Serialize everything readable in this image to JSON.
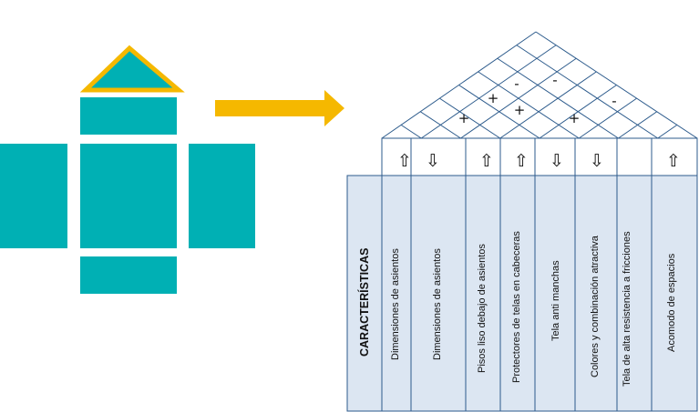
{
  "colors": {
    "teal": "#00b0b4",
    "orange": "#f5b800",
    "panel": "#dce6f2",
    "line": "#2d5b8c"
  },
  "house_blocks": [
    "roof",
    "top-bar",
    "left-block",
    "center-block",
    "right-block",
    "bottom-bar"
  ],
  "roof_symbols": [
    "+",
    "+",
    "+",
    "+",
    "-",
    "-",
    "-"
  ],
  "header_label": "CARACTERÍSTICAS",
  "columns": [
    {
      "label": "Dimensiones de asientos",
      "direction": "up"
    },
    {
      "label": "Dimensiones de asientos",
      "direction": "down"
    },
    {
      "label": "Pisos  liso debajo de asientos",
      "direction": "up"
    },
    {
      "label": "Protectores de telas en cabeceras",
      "direction": "up"
    },
    {
      "label": "Tela anti manchas",
      "direction": "down"
    },
    {
      "label": "Colores  y  combinación atractiva",
      "direction": "down"
    },
    {
      "label": "Tela de alta resistencia a fricciones",
      "direction": "none"
    },
    {
      "label": "Acomodo de espacios",
      "direction": "up"
    }
  ]
}
